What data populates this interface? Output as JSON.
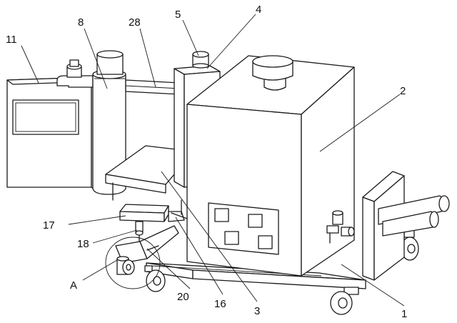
{
  "labels": {
    "l11": "11",
    "l8": "8",
    "l28": "28",
    "l5": "5",
    "l4": "4",
    "l2": "2",
    "l17": "17",
    "l18": "18",
    "lA": "A",
    "l20": "20",
    "l16": "16",
    "l3": "3",
    "l1": "1"
  }
}
